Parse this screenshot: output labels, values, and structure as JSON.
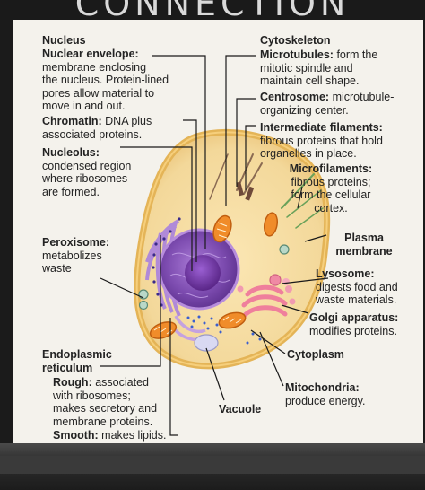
{
  "banner": "CONNECTION",
  "labels": {
    "nucleus": {
      "title": "Nucleus"
    },
    "nuclear_envelope": {
      "title": "Nuclear envelope:",
      "lines": [
        "membrane enclosing",
        "the nucleus. Protein-lined",
        "pores allow material to",
        "move in and out."
      ]
    },
    "chromatin": {
      "title": "Chromatin:",
      "desc": "DNA plus",
      "line2": "associated proteins."
    },
    "nucleolus": {
      "title": "Nucleolus:",
      "lines": [
        "condensed region",
        "where ribosomes",
        "are formed."
      ]
    },
    "cytoskeleton": {
      "title": "Cytoskeleton"
    },
    "microtubules": {
      "title": "Microtubules:",
      "desc": "form the",
      "lines": [
        "mitotic spindle and",
        "maintain cell shape."
      ]
    },
    "centrosome": {
      "title": "Centrosome:",
      "desc": "microtubule-",
      "line2": "organizing center."
    },
    "intermediate_filaments": {
      "title": "Intermediate filaments:",
      "lines": [
        "fibrous proteins that hold",
        "organelles in place."
      ]
    },
    "microfilaments": {
      "title": "Microfilaments:",
      "lines": [
        "fibrous proteins;",
        "form the cellular",
        "cortex."
      ]
    },
    "peroxisome": {
      "title": "Peroxisome:",
      "lines": [
        "metabolizes",
        "waste"
      ]
    },
    "plasma_membrane": {
      "title1": "Plasma",
      "title2": "membrane"
    },
    "lysosome": {
      "title": "Lysosome:",
      "lines": [
        "digests food and",
        "waste materials."
      ]
    },
    "golgi": {
      "title": "Golgi apparatus:",
      "line2": "modifies proteins."
    },
    "endoplasmic_reticulum": {
      "title1": "Endoplasmic",
      "title2": "reticulum"
    },
    "rough_er": {
      "title": "Rough:",
      "desc": "associated",
      "lines": [
        "with ribosomes;",
        "makes secretory and",
        "membrane proteins."
      ]
    },
    "smooth_er": {
      "title": "Smooth:",
      "desc": "makes lipids."
    },
    "cytoplasm": {
      "title": "Cytoplasm"
    },
    "mitochondria": {
      "title": "Mitochondria:",
      "line2": "produce energy."
    },
    "vacuole": {
      "title": "Vacuole"
    }
  },
  "colors": {
    "cell_fill": "#f3d89a",
    "cell_edge": "#e8b85c",
    "nucleus": "#7d4cb0",
    "er": "#b08ad8",
    "golgi": "#f18aa4",
    "mito": "#f08c2a",
    "leader": "#1a1a1a"
  }
}
